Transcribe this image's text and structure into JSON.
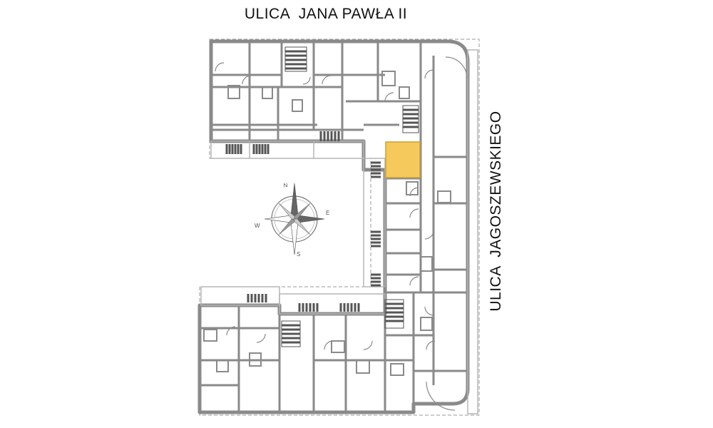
{
  "streets": {
    "north": "ULICA  JANA PAWŁA II",
    "east": "ULICA  JAGOSZEWSKIEGO"
  },
  "compass": {
    "n": "N",
    "e": "E",
    "s": "S",
    "w": "W"
  },
  "colors": {
    "wall": "#8a8a8a",
    "wall_light": "#b5b5b5",
    "highlight_unit": "#f5c95c",
    "highlight_stroke": "#c9a23a",
    "stair_dark": "#555555"
  },
  "highlighted_unit": {
    "state": "selected"
  }
}
